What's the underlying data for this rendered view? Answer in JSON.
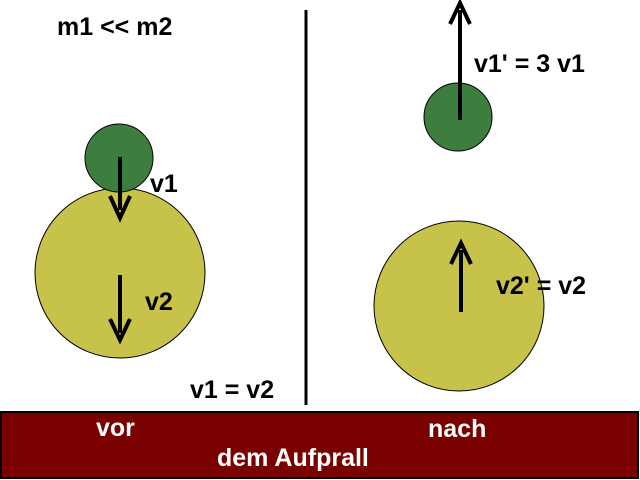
{
  "colors": {
    "background": "#ffffff",
    "small_ball": "#3d7d3d",
    "large_ball": "#c6c24a",
    "bottom_bar": "#7a0000",
    "ink": "#000000",
    "bar_text": "#ffffff"
  },
  "labels": {
    "mass_relation": "m1 << m2",
    "before": {
      "v1": "v1",
      "v2": "v2",
      "equality": "v1 = v2"
    },
    "after": {
      "v1_prime": "v1' = 3 v1",
      "v2_prime": "v2' = v2"
    }
  },
  "bar": {
    "before": "vor",
    "after": "nach",
    "caption": "dem Aufprall"
  }
}
